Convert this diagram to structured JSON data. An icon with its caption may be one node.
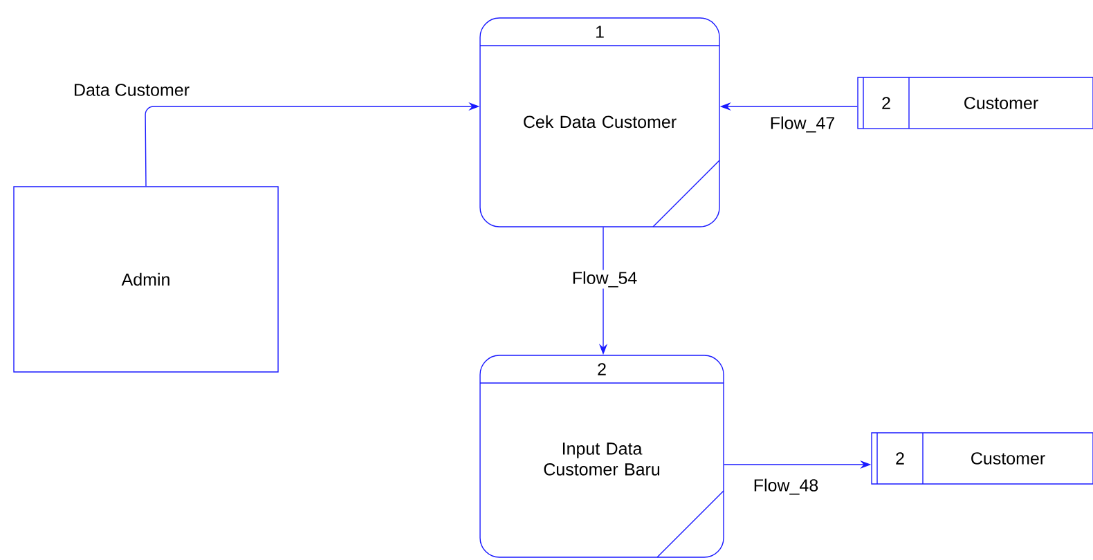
{
  "diagram": {
    "nodes": [
      {
        "text": [
          "Admin"
        ]
      },
      {
        "text": [
          "1",
          "Cek Data Customer"
        ]
      },
      {
        "text": [
          "2",
          "Customer"
        ]
      },
      {
        "text": [
          "2",
          "Input Data Customer Baru"
        ]
      },
      {
        "text": [
          "2",
          "Customer"
        ]
      }
    ],
    "edges": [
      {
        "from": 0,
        "to": 1,
        "arrow": "to",
        "label": "Data Customer"
      },
      {
        "from": 2,
        "to": 1,
        "arrow": "to",
        "label": "Flow_47"
      },
      {
        "from": 1,
        "to": 3,
        "arrow": "to",
        "label": "Flow_54"
      },
      {
        "from": 3,
        "to": 4,
        "arrow": "to",
        "label": "Flow_48"
      }
    ]
  }
}
